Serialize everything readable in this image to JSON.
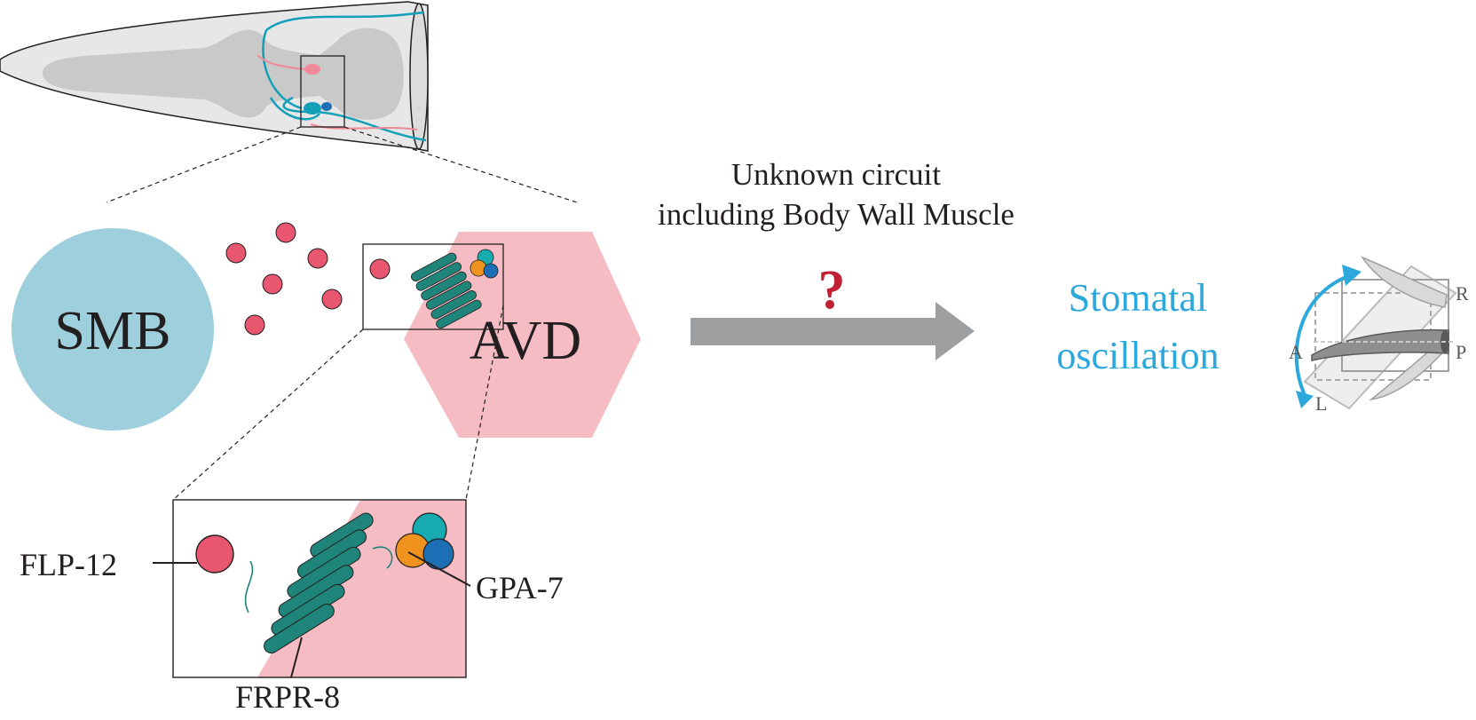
{
  "labels": {
    "smb": "SMB",
    "avd": "AVD",
    "circuit_line1": "Unknown circuit",
    "circuit_line2": "including Body Wall Muscle",
    "question_mark": "?",
    "outcome_line1": "Stomatal",
    "outcome_line2": "oscillation",
    "flp12": "FLP-12",
    "frpr8": "FRPR-8",
    "gpa7": "GPA-7",
    "axis_a": "A",
    "axis_p": "P",
    "axis_r": "R",
    "axis_l": "L"
  },
  "icons": {
    "worm_head": "worm-head-icon",
    "peptide": "peptide-icon",
    "receptor": "gpcr-receptor-icon",
    "g_protein": "g-protein-icon",
    "arrow": "arrow-right-icon",
    "oscillation": "head-oscillation-icon"
  },
  "colors": {
    "smb": "#9ecfdd",
    "avd": "#f5bcc3",
    "peptide": "#e8566f",
    "receptor": "#1f8479",
    "g_alpha": "#f0931e",
    "g_beta": "#1c6eb5",
    "g_gamma": "#17aaae",
    "neuron_teal": "#129fb8",
    "arrow_gray": "#9e9fa1",
    "outcome_text": "#2da8dd",
    "question": "#c02033"
  }
}
